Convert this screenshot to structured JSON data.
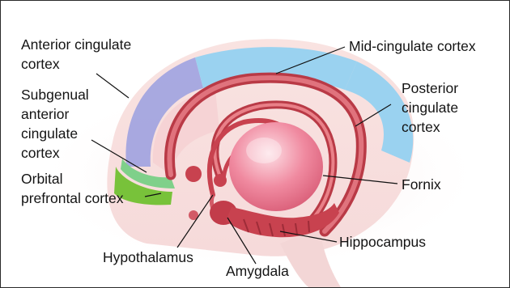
{
  "labels": {
    "anterior_cingulate": [
      "Anterior cingulate",
      "cortex"
    ],
    "mid_cingulate": "Mid-cingulate cortex",
    "posterior_cingulate": [
      "Posterior",
      "cingulate",
      "cortex"
    ],
    "subgenual": [
      "Subgenual",
      "anterior",
      "cingulate",
      "cortex"
    ],
    "orbital_prefrontal": [
      "Orbital",
      "prefrontal cortex"
    ],
    "fornix": "Fornix",
    "hippocampus": "Hippocampus",
    "hypothalamus": "Hypothalamus",
    "amygdala": "Amygdala"
  },
  "colors": {
    "anterior_cingulate": "#9a9fe0",
    "mid_posterior_cingulate": "#8fd0f2",
    "subgenual": "#7fd08a",
    "orbital_prefrontal": "#78c23a",
    "limbic_structures": "#d8525e",
    "thalamus": "#f08aa0",
    "brain_tissue": "#f4d2d2"
  }
}
